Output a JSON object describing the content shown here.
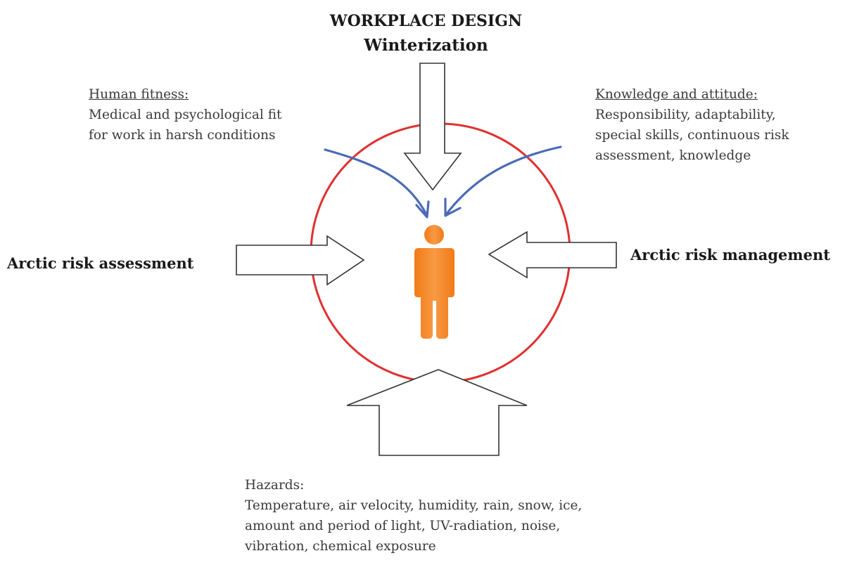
{
  "top": {
    "title": "WORKPLACE DESIGN",
    "subtitle": "Winterization"
  },
  "human_fitness": {
    "heading": "Human fitness:",
    "lines": [
      "Medical and psychological fit",
      "for work in harsh conditions"
    ]
  },
  "knowledge": {
    "heading": "Knowledge and attitude:",
    "lines": [
      "Responsibility, adaptability,",
      "special skills, continuous risk",
      "assessment, knowledge"
    ]
  },
  "left": {
    "label": "Arctic risk assessment"
  },
  "right": {
    "label": "Arctic risk management"
  },
  "hazards": {
    "heading": "Hazards:",
    "lines": [
      "Temperature, air velocity, humidity, rain, snow, ice,",
      "amount and period of light, UV-radiation, noise,",
      "vibration, chemical exposure"
    ]
  },
  "colors": {
    "circle": "#e03030",
    "curved_arrows": "#4a6bb5",
    "person": "#f5821f",
    "block_arrows": "#333333"
  },
  "icons": {
    "center": "person-icon"
  }
}
